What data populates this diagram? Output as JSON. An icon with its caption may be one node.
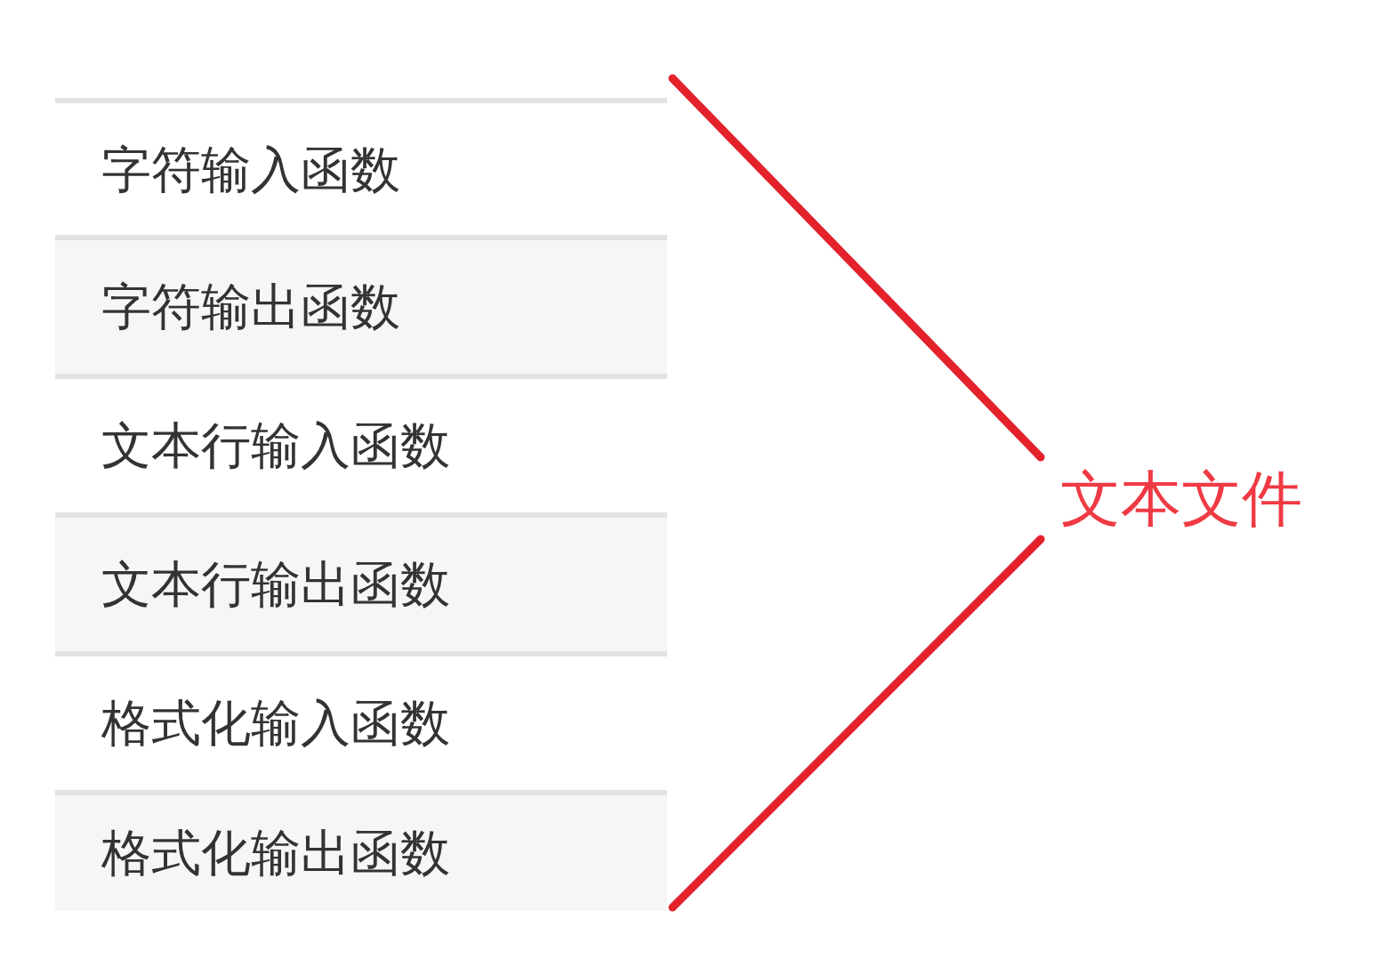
{
  "diagram": {
    "nodes": [
      {
        "text": [
          "字符输入函数"
        ]
      },
      {
        "text": [
          "字符输出函数"
        ]
      },
      {
        "text": [
          "文本行输入函数"
        ]
      },
      {
        "text": [
          "文本行输出函数"
        ]
      },
      {
        "text": [
          "格式化输入函数"
        ]
      },
      {
        "text": [
          "格式化输出函数"
        ]
      },
      {
        "text": [
          "文本文件"
        ]
      }
    ],
    "edges": [
      {
        "from": 6,
        "to": 0,
        "arrow": "none"
      },
      {
        "from": 6,
        "to": 5,
        "arrow": "none"
      }
    ]
  }
}
